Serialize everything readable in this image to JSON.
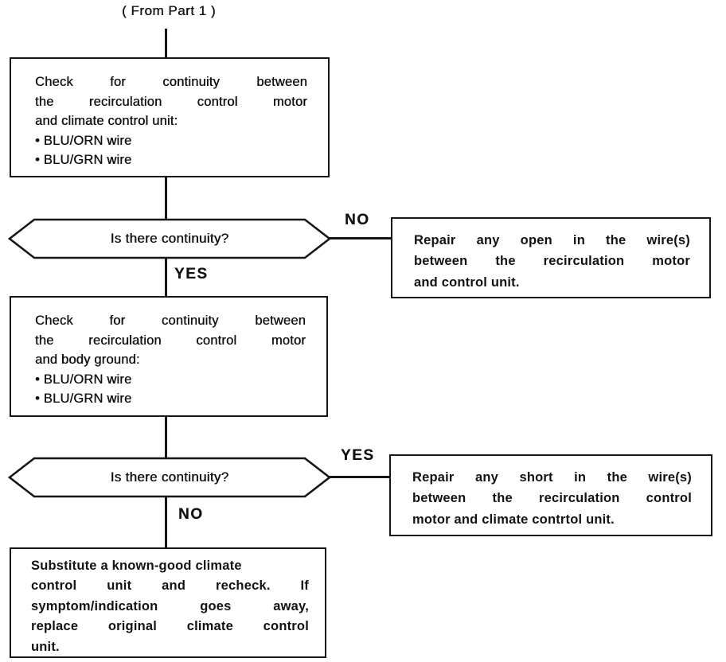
{
  "page": {
    "background": "#ffffff",
    "ink": "#161616"
  },
  "header": {
    "from_label": "( From Part 1 )"
  },
  "flow": {
    "check_unit_box": {
      "lines": [
        "Check for continuity between",
        "the recirculation control motor",
        "and climate control unit:",
        "• BLU/ORN wire",
        "• BLU/GRN wire"
      ]
    },
    "decision1": {
      "question": "Is there continuity?",
      "no_label": "NO",
      "yes_label": "YES"
    },
    "repair_open_box": {
      "lines": [
        "Repair any open in the wire(s)",
        "between the recirculation motor",
        "and control unit."
      ]
    },
    "check_ground_box": {
      "lines": [
        "Check for continuity between",
        "the recirculation control motor",
        "and body ground:",
        "• BLU/ORN wire",
        "• BLU/GRN wire"
      ]
    },
    "decision2": {
      "question": "Is there continuity?",
      "yes_label": "YES",
      "no_label": "NO"
    },
    "repair_short_box": {
      "lines": [
        "Repair any short in the wire(s)",
        "between the recirculation control",
        "motor and climate contrtol unit."
      ]
    },
    "substitute_box": {
      "lines": [
        "Substitute a known-good climate",
        "control unit and recheck. If",
        "symptom/indication goes away,",
        "replace original climate control",
        "unit."
      ]
    }
  }
}
